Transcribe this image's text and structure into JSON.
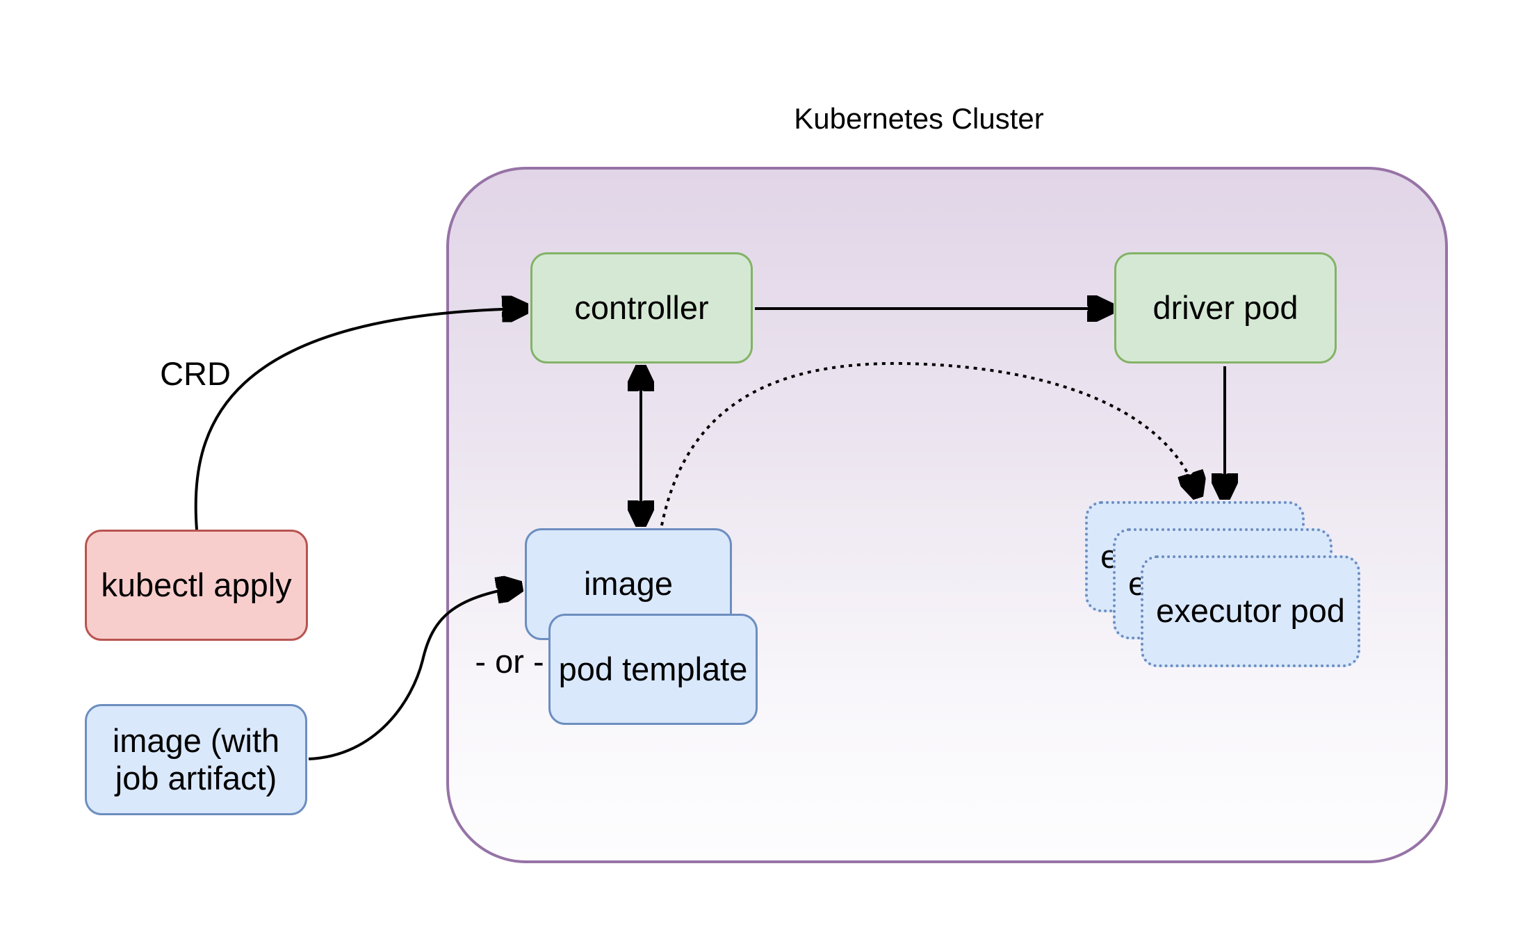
{
  "diagram": {
    "title": "Kubernetes Cluster",
    "nodes": {
      "kubectl_apply": {
        "label": "kubectl apply",
        "color": "red"
      },
      "image_with_artifact": {
        "label": "image (with\njob artifact)",
        "color": "blue"
      },
      "controller": {
        "label": "controller",
        "color": "green"
      },
      "driver_pod": {
        "label": "driver pod",
        "color": "green"
      },
      "image": {
        "label": "image",
        "color": "blue"
      },
      "pod_template": {
        "label": "pod template",
        "color": "blue"
      },
      "executor_pod": {
        "label": "executor pod",
        "color": "blue-dotted",
        "count": 3
      }
    },
    "edge_labels": {
      "crd": "CRD",
      "or": "- or -"
    },
    "edges": [
      {
        "from": "kubectl_apply",
        "to": "controller",
        "label": "CRD",
        "style": "solid-curve-arrow"
      },
      {
        "from": "controller",
        "to": "driver_pod",
        "style": "solid-arrow"
      },
      {
        "from": "controller",
        "to": "image",
        "style": "solid-double-arrow"
      },
      {
        "from": "image",
        "to": "executor_pod",
        "style": "dotted-curve-arrow"
      },
      {
        "from": "driver_pod",
        "to": "executor_pod",
        "style": "solid-arrow"
      },
      {
        "from": "image_with_artifact",
        "to": "image",
        "style": "solid-curve-arrow"
      }
    ],
    "colors": {
      "cluster_fill_top": "#e1d5e7",
      "cluster_fill_bottom": "#ffffff",
      "cluster_stroke": "#9673a6",
      "green_fill": "#d5e8d4",
      "green_stroke": "#82b366",
      "blue_fill": "#dae8fc",
      "blue_stroke": "#6c8ebf",
      "red_fill": "#f8cecc",
      "red_stroke": "#b85450",
      "arrow": "#000000",
      "text": "#000000"
    }
  }
}
